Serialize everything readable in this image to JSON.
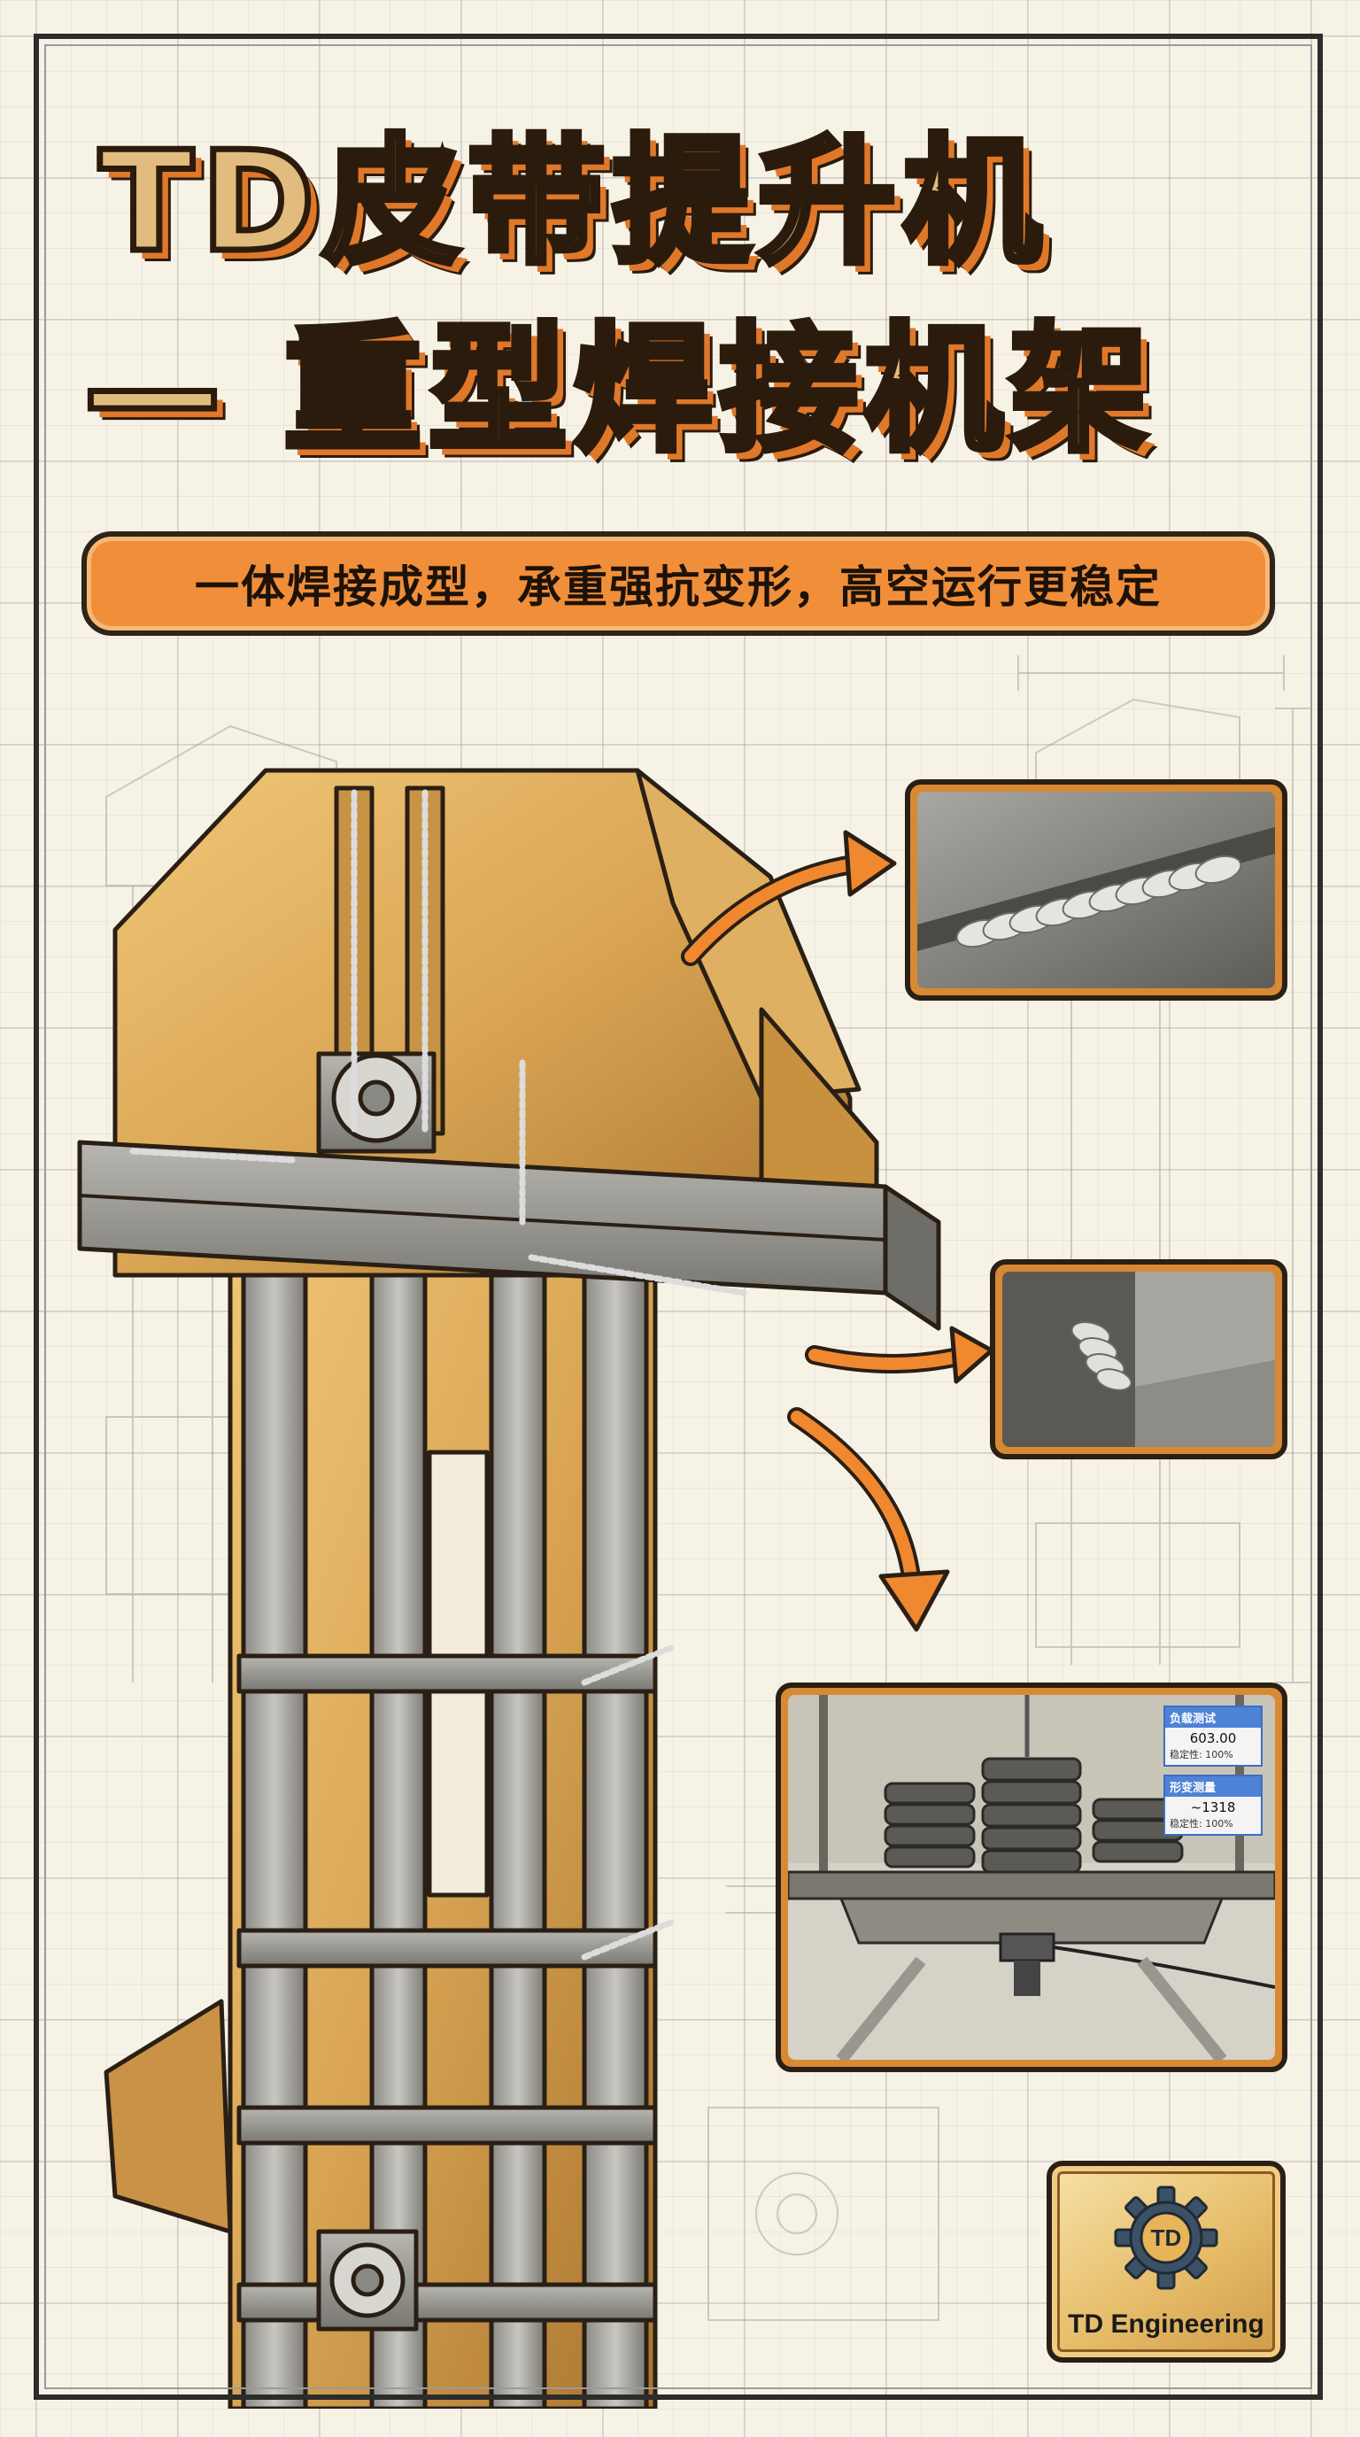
{
  "poster": {
    "title_line_1": "TD皮带提升机",
    "title_line_2": "— 重型焊接机架",
    "subtitle": "一体焊接成型，承重强抗变形，高空运行更稳定"
  },
  "load_test": {
    "readout_1": {
      "title": "负载测试",
      "value": "603.00",
      "note": "稳定性: 100%"
    },
    "readout_2": {
      "title": "形变测量",
      "value": "~1318",
      "note": "稳定性: 100%"
    }
  },
  "logo": {
    "emblem": "TD",
    "name": "TD Engineering"
  },
  "icons": {
    "weld-detail-1": "weld-bead-closeup",
    "weld-detail-2": "corner-weld-closeup",
    "load": "load-test-weights",
    "logo": "gear-icon"
  },
  "colors": {
    "accent_orange": "#f08e3a",
    "steel_gold": "#d9a554",
    "outline": "#2a1f14"
  }
}
